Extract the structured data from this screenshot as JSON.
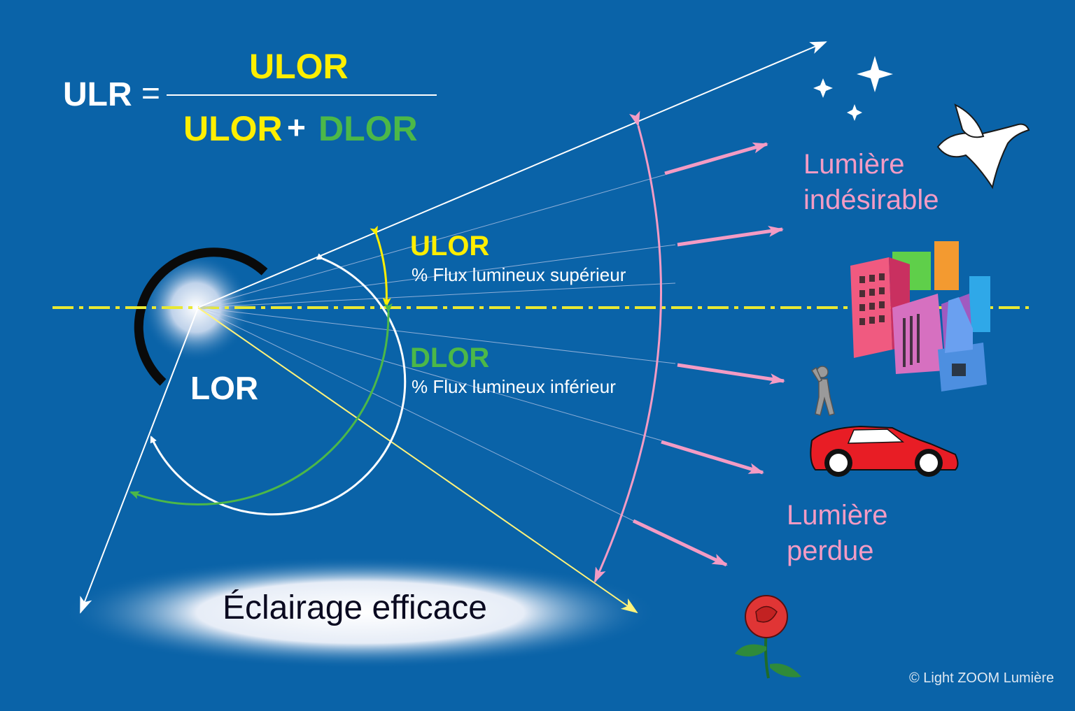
{
  "formula": {
    "lhs": "ULR",
    "equals": "=",
    "numerator": "ULOR",
    "denominator_a": "ULOR",
    "plus": "+",
    "denominator_b": "DLOR"
  },
  "labels": {
    "ulor_title": "ULOR",
    "ulor_desc": "% Flux lumineux supérieur",
    "dlor_title": "DLOR",
    "dlor_desc": "% Flux lumineux inférieur",
    "lor": "LOR",
    "effective": "Éclairage efficace",
    "unwanted_1": "Lumière",
    "unwanted_2": "indésirable",
    "lost_1": "Lumière",
    "lost_2": "perdue",
    "copyright": "© Light ZOOM Lumière"
  },
  "colors": {
    "background": "#0a63a8",
    "upper": "#ffee00",
    "lower": "#4cb848",
    "pink": "#f39bc4",
    "white": "#ffffff"
  },
  "icons": [
    "star-icon",
    "dove-icon",
    "city-buildings-icon",
    "person-icon",
    "red-car-icon",
    "rose-icon"
  ]
}
